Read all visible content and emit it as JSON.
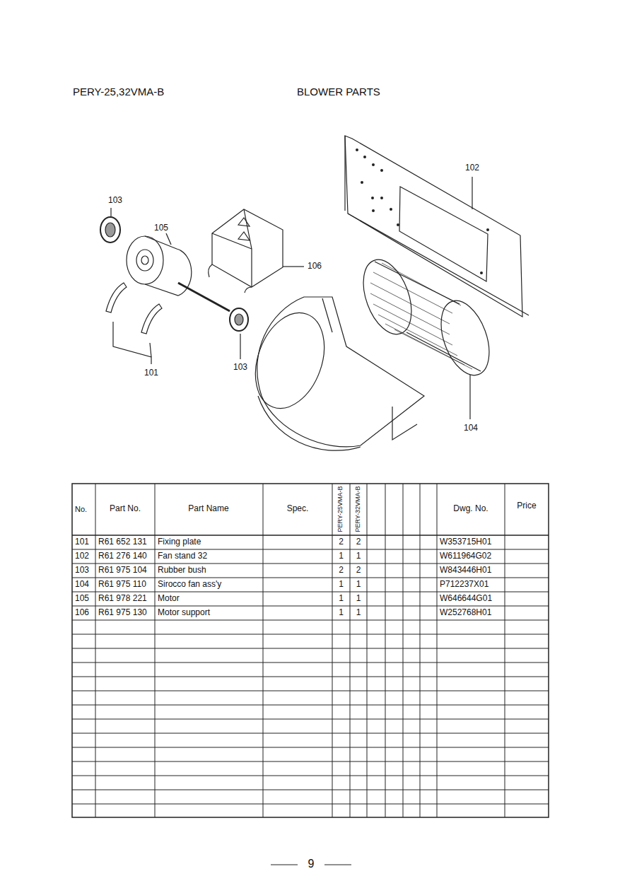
{
  "diagram": {
    "title": "BLOWER PARTS",
    "labels": [
      "PERY-25,32VMA-B",
      "102",
      "103",
      "105",
      "106",
      "101",
      "103",
      "104",
      "No.",
      "Part No.",
      "Part Name",
      "Spec.",
      "PERY-25VMA-B",
      "PERY-32VMA-B",
      "Dwg. No.",
      "Price",
      "101",
      "R61 652 131",
      "Fixing plate",
      "2",
      "2",
      "W353715H01",
      "102",
      "R61 276 140",
      "Fan stand 32",
      "1",
      "1",
      "W611964G02",
      "103",
      "R61 975 104",
      "Rubber bush",
      "2",
      "2",
      "W843446H01",
      "104",
      "R61 975 110",
      "Sirocco fan ass'y",
      "1",
      "1",
      "P712237X01",
      "105",
      "R61 978 221",
      "Motor",
      "1",
      "1",
      "W646644G01",
      "106",
      "R61 975 130",
      "Motor support",
      "1",
      "1",
      "W252768H01",
      "9"
    ]
  }
}
